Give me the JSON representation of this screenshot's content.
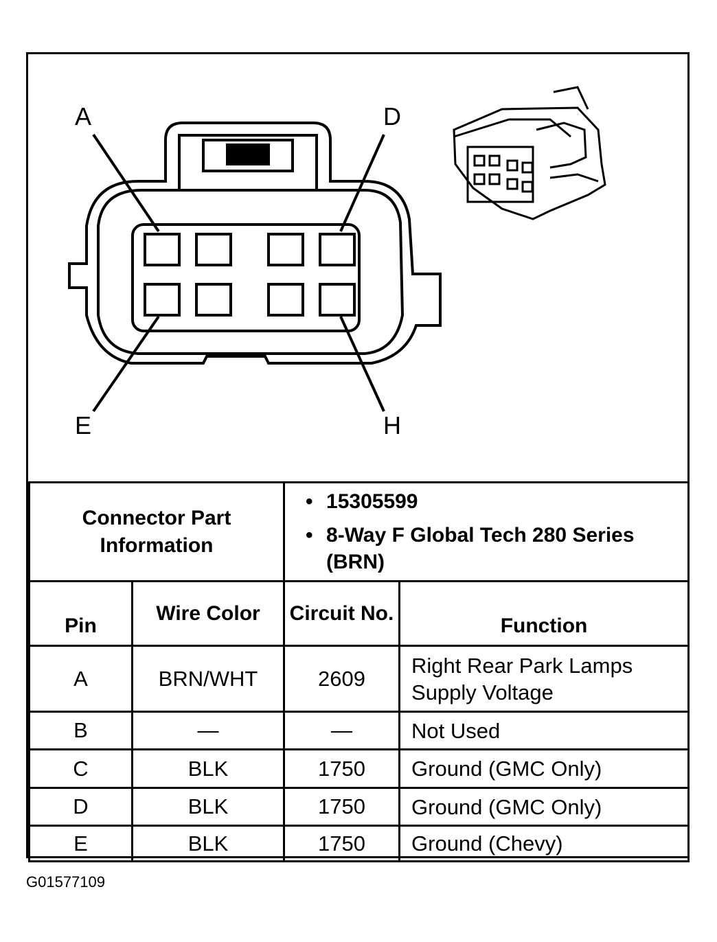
{
  "pin_labels": {
    "a": "A",
    "d": "D",
    "e": "E",
    "h": "H"
  },
  "connector_info": {
    "label": "Connector Part Information",
    "items": [
      "15305599",
      "8-Way F Global Tech 280 Series (BRN)"
    ]
  },
  "columns": {
    "pin": "Pin",
    "wire_color": "Wire Color",
    "circuit": "Circuit No.",
    "function": "Function"
  },
  "rows": [
    {
      "pin": "A",
      "wire_color": "BRN/WHT",
      "circuit": "2609",
      "function": "Right Rear Park Lamps Supply Voltage"
    },
    {
      "pin": "B",
      "wire_color": "—",
      "circuit": "—",
      "function": "Not Used"
    },
    {
      "pin": "C",
      "wire_color": "BLK",
      "circuit": "1750",
      "function": "Ground (GMC Only)"
    },
    {
      "pin": "D",
      "wire_color": "BLK",
      "circuit": "1750",
      "function": "Ground (GMC Only)"
    },
    {
      "pin": "E",
      "wire_color": "BLK",
      "circuit": "1750",
      "function": "Ground (Chevy)"
    }
  ],
  "figure_id": "G01577109"
}
